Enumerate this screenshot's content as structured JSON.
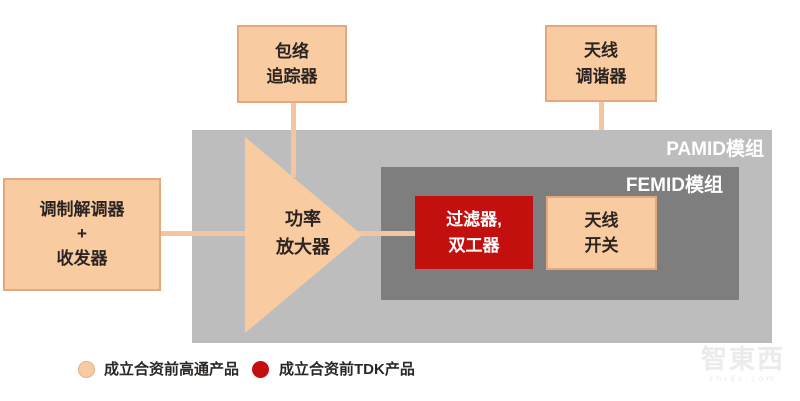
{
  "diagram": {
    "boxes": {
      "envelope_tracker": {
        "lines": [
          "包络",
          "追踪器"
        ]
      },
      "antenna_tuner": {
        "lines": [
          "天线",
          "调谐器"
        ]
      },
      "modem_transceiver": {
        "lines": [
          "调制解调器",
          "+",
          "收发器"
        ]
      },
      "power_amplifier": {
        "lines": [
          "功率",
          "放大器"
        ]
      },
      "filter_duplexer": {
        "lines": [
          "过滤器,",
          "双工器"
        ]
      },
      "antenna_switch": {
        "lines": [
          "天线",
          "开关"
        ]
      }
    },
    "modules": {
      "pamid_label": "PAMID模组",
      "femid_label": "FEMID模组"
    },
    "legend": [
      {
        "label": "成立合资前高通产品",
        "color": "#f8cba1"
      },
      {
        "label": "成立合资前TDK产品",
        "color": "#c40f0f"
      }
    ],
    "watermark": {
      "logo": "智東西",
      "domain": "zhidx.com"
    },
    "colors": {
      "peach_fill": "#f8cba1",
      "peach_border": "#e5a87c",
      "connector_line": "#f3c69d",
      "pamid_gray": "#bdbdbd",
      "femid_gray": "#7e7e7e",
      "tdk_red": "#c40f0f",
      "dark_text": "#2b2421",
      "module_label_text": "#ffffff"
    }
  }
}
